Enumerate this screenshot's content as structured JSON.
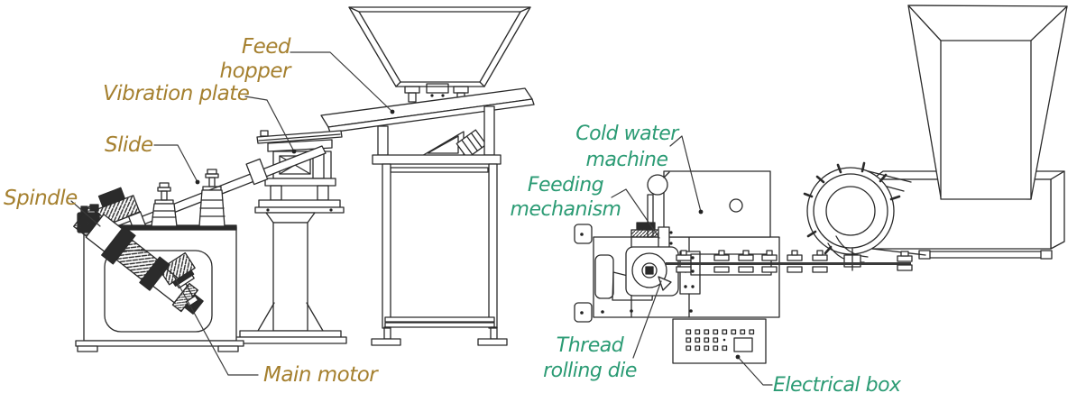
{
  "diagram": {
    "title_hint": "fastener / thread rolling production line technical drawing",
    "background_color": "#ffffff",
    "line_color": "#2a2a2a",
    "leader_line_color": "#3a3a3a",
    "left_machine": {
      "label_color": "#a5802f",
      "labels": {
        "feed_hopper": "Feed hopper",
        "vibration_plate": "Vibration plate",
        "slide": "Slide",
        "spindle": "Spindle",
        "main_motor": "Main motor"
      }
    },
    "right_machine": {
      "label_color": "#2b9b74",
      "labels": {
        "cold_water_machine": "Cold water\nmachine",
        "feeding_mechanism": "Feeding\nmechanism",
        "thread_rolling_die": "Thread\nrolling die",
        "electrical_box": "Electrical box"
      }
    }
  }
}
